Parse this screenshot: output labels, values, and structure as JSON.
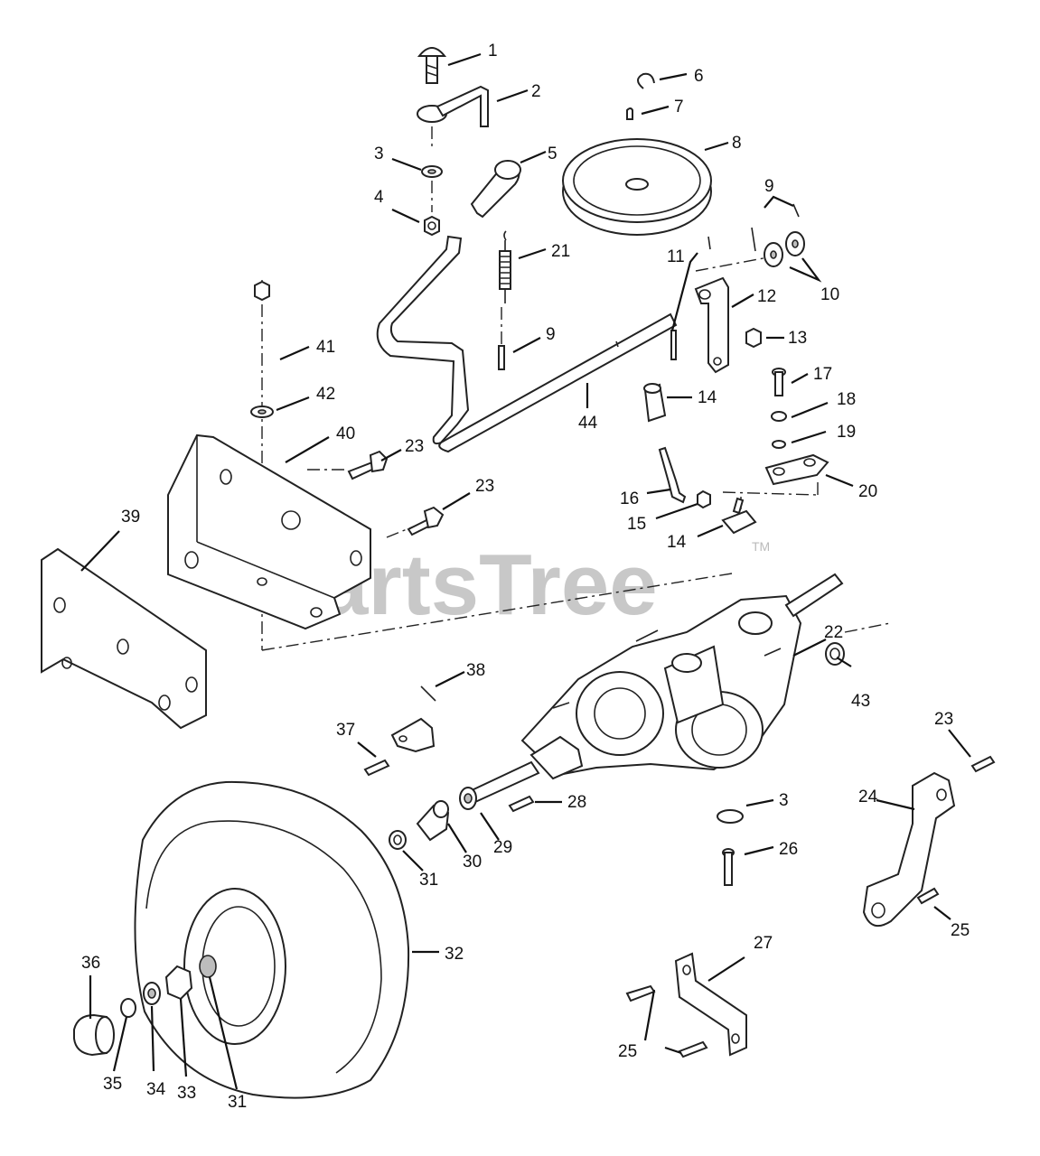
{
  "watermark": {
    "text": "PartsTree",
    "tm": "TM"
  },
  "callouts": [
    "1",
    "2",
    "3",
    "4",
    "5",
    "6",
    "7",
    "8",
    "9",
    "21",
    "11",
    "12",
    "10",
    "13",
    "9",
    "41",
    "42",
    "40",
    "23",
    "23",
    "44",
    "14",
    "17",
    "18",
    "19",
    "20",
    "16",
    "15",
    "14",
    "39",
    "22",
    "43",
    "38",
    "37",
    "23",
    "24",
    "3",
    "28",
    "29",
    "30",
    "31",
    "26",
    "25",
    "27",
    "36",
    "32",
    "35",
    "34",
    "33",
    "31",
    "25"
  ]
}
